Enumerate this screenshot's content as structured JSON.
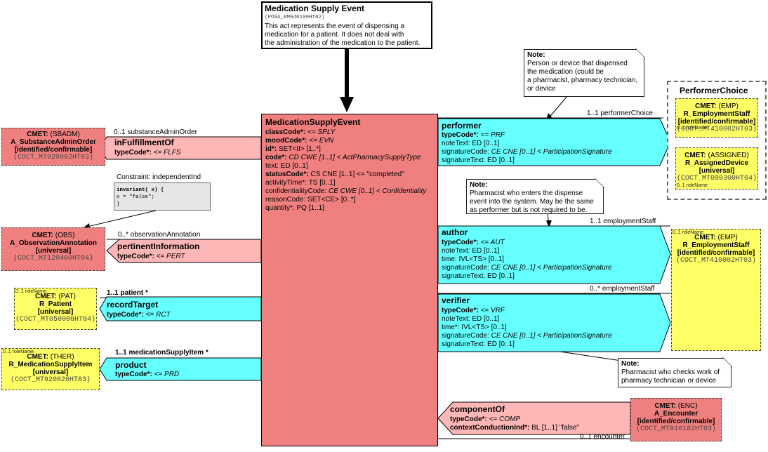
{
  "entry": {
    "title": "Medication Supply Event",
    "id": "(POSA_RM940100HT02)",
    "desc": [
      "This act represents the event of dispensing a",
      "medication for a patient.  It does not deal with",
      "the administration of the medication to the patient."
    ]
  },
  "main": {
    "title": "MedicationSupplyEvent",
    "attrs": [
      {
        "n": "classCode*:",
        "v": " <= SPLY",
        "bold": true,
        "it": true
      },
      {
        "n": "moodCode*:",
        "v": " <= EVN",
        "bold": true,
        "it": true
      },
      {
        "n": "id*:",
        "v": " SET<II> [1..*]",
        "bold": true,
        "it": false
      },
      {
        "n": "code*:",
        "v": " CD CWE [1..1] < ActPharmacySupplyType",
        "bold": true,
        "it": true
      },
      {
        "n": "text:",
        "v": " ED [0..1]",
        "bold": false,
        "it": false
      },
      {
        "n": "statusCode*:",
        "v": " CS CNE [1..1] <= \"completed\"",
        "bold": true,
        "it": false
      },
      {
        "n": "activityTime*:",
        "v": " TS [0..1]",
        "bold": false,
        "it": false
      },
      {
        "n": "confidentialityCode:",
        "v": " CE CWE [0..1] < Confidentiality",
        "bold": false,
        "it": true
      },
      {
        "n": "reasonCode:",
        "v": " SET<CE> [0..*]",
        "bold": false,
        "it": false
      },
      {
        "n": "quantity*:",
        "v": " PQ [1..1]",
        "bold": false,
        "it": false
      }
    ]
  },
  "left": {
    "inFulfillmentOf": {
      "card": "0..1 substanceAdminOrder",
      "title": "inFulfillmentOf",
      "code": "typeCode*:",
      "val": " <= FLFS"
    },
    "pertinentInformation": {
      "card": "0..* observationAnnotation",
      "title": "pertinentInformation",
      "code": "typeCode*:",
      "val": " <= PERT"
    },
    "recordTarget": {
      "card": "1..1 patient  *",
      "title": "recordTarget",
      "code": "typeCode*:",
      "val": " <= RCT"
    },
    "product": {
      "card": "1..1 medicationSupplyItem  *",
      "title": "product",
      "code": "typeCode*:",
      "val": " <= PRD"
    }
  },
  "cmets_left": {
    "sbadm": {
      "head": "CMET:",
      "type": " (SBADM)",
      "name": "A_SubstanceAdminOrder",
      "q": "[identified/confirmable]",
      "id": "(COCT_MT920002HT03)"
    },
    "obs": {
      "head": "CMET:",
      "type": " (OBS)",
      "name": "A_ObservationAnnotation",
      "q": "[universal]",
      "id": "(COCT_MT120400HT04)"
    },
    "pat": {
      "role": "0..1 roleName",
      "head": "CMET:",
      "type": " (PAT)",
      "name": "R_Patient",
      "q": "[universal]",
      "id": "(COCT_MT050000HT04)"
    },
    "ther": {
      "role": "0..1 roleName",
      "head": "CMET:",
      "type": " (THER)",
      "name": "R_MedicationSupplyItem",
      "q": "[universal]",
      "id": "(COCT_MT920020HT03)"
    }
  },
  "constraint": {
    "title": "Constraint: independentInd",
    "code1": "invariant( x) {",
    "code2": "  x = \"false\";",
    "code3": "}"
  },
  "right": {
    "performer": {
      "card": "1..1 performerChoice",
      "title": "performer",
      "attrs": [
        {
          "n": "typeCode*:",
          "v": " <= PRF",
          "bold": true,
          "it": true
        },
        {
          "n": "noteText:",
          "v": " ED [0..1]",
          "bold": false,
          "it": false
        },
        {
          "n": "signatureCode:",
          "v": " CE CNE [0..1] < ParticipationSignature",
          "bold": false,
          "it": true
        },
        {
          "n": "signatureText:",
          "v": " ED [0..1]",
          "bold": false,
          "it": false
        }
      ]
    },
    "author": {
      "card": "1..1 employmentStaff",
      "title": "author",
      "attrs": [
        {
          "n": "typeCode*:",
          "v": " <= AUT",
          "bold": true,
          "it": true
        },
        {
          "n": "noteText:",
          "v": " ED [0..1]",
          "bold": false,
          "it": false
        },
        {
          "n": "time:",
          "v": " IVL<TS> [0..1]",
          "bold": false,
          "it": false
        },
        {
          "n": "signatureCode:",
          "v": " CE CNE [0..1] < ParticipationSignature",
          "bold": false,
          "it": true
        },
        {
          "n": "signatureText:",
          "v": " ED [0..1]",
          "bold": false,
          "it": false
        }
      ]
    },
    "verifier": {
      "card": "0..* employmentStaff",
      "title": "verifier",
      "attrs": [
        {
          "n": "typeCode*:",
          "v": " <= VRF",
          "bold": true,
          "it": true
        },
        {
          "n": "noteText:",
          "v": " ED [0..1]",
          "bold": false,
          "it": false
        },
        {
          "n": "time*:",
          "v": " IVL<TS> [0..1]",
          "bold": false,
          "it": false
        },
        {
          "n": "signatureCode:",
          "v": " CE CNE [0..1] < ParticipationSignature",
          "bold": false,
          "it": true
        },
        {
          "n": "signatureText:",
          "v": " ED [0..1]",
          "bold": false,
          "it": false
        }
      ]
    },
    "componentOf": {
      "card": "0..1 encounter",
      "title": "componentOf",
      "attrs": [
        {
          "n": "typeCode*:",
          "v": " <= COMP",
          "bold": true,
          "it": true
        },
        {
          "n": "contextConductionInd*:",
          "v": " BL [1..1] \"false\"",
          "bold": true,
          "it": false
        }
      ]
    }
  },
  "notes": {
    "performer": [
      "Note:",
      "Person or device that dispensed",
      " the medication (could be",
      "a pharmacist, pharmacy technician,",
      " or device"
    ],
    "author": [
      "Note:",
      "Pharmacist who enters the dispense",
      "event into the system.  May be the same",
      "as performer but is not required to be."
    ],
    "verifier": [
      "Note:",
      "Pharmacist who checks work of",
      "pharmacy technician or device"
    ]
  },
  "choice": {
    "title": "PerformerChoice",
    "emp": {
      "role": "0..1 roleName",
      "head": "CMET:",
      "type": " (EMP)",
      "name": "R_EmploymentStaff",
      "q": "[identified/confirmable]",
      "id": "(COCT_MT410002HT03)"
    },
    "assigned": {
      "role": "0..1 roleName",
      "head": "CMET:",
      "type": " (ASSIGNED)",
      "name": "R_AssignedDevice",
      "q": "[universal]",
      "id": "(COCT_MT090300HT04)"
    }
  },
  "cmets_right": {
    "emp2": {
      "role": "0..1 roleName",
      "head": "CMET:",
      "type": " (EMP)",
      "name": "R_EmploymentStaff",
      "q": "[identified/confirmable]",
      "id": "(COCT_MT410002HT03)"
    },
    "enc": {
      "head": "CMET:",
      "type": " (ENC)",
      "name": "A_Encounter",
      "q": "[identified/confirmable]",
      "id": "(COCT_MT010102HT03)"
    }
  },
  "colors": {
    "act": "#f08080",
    "participation": "#66ffff",
    "actrel": "#ffb6b6",
    "cmet_role": "#ffff66",
    "cmet_act": "#f08080"
  }
}
